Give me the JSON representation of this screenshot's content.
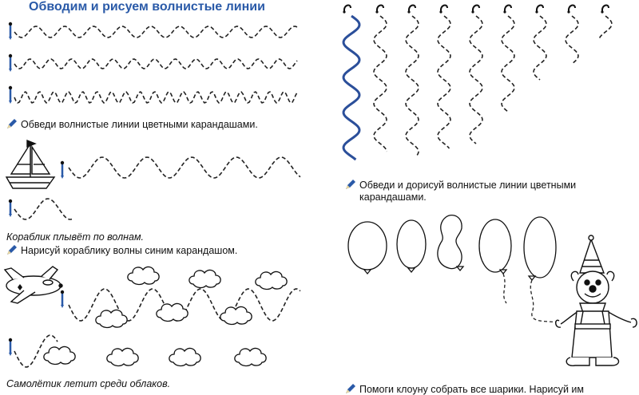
{
  "page": {
    "title": "Обводим и рисуем волнистые линии"
  },
  "instructions": {
    "trace_colored": "Обведи волнистые линии цветными карандашами.",
    "boat_caption": "Кораблик плывёт по волнам.",
    "boat_task": "Нарисуй кораблику волны синим карандашом.",
    "plane_caption": "Самолётик летит среди облаков.",
    "right_task_line1": "Обведи и дорисуй волнистые линии цветными",
    "right_task_line2": "карандашами.",
    "clown_task": "Помоги клоуну собрать все шарики. Нарисуй им"
  },
  "colors": {
    "title": "#2a5aa8",
    "solid_wave": "#2b4f9a",
    "pencil": "#2a5aa8",
    "dash": "#222222"
  },
  "icons": [
    "pencil-icon",
    "boat-icon",
    "airplane-icon",
    "cloud-icon",
    "balloon-icon",
    "clown-icon"
  ]
}
